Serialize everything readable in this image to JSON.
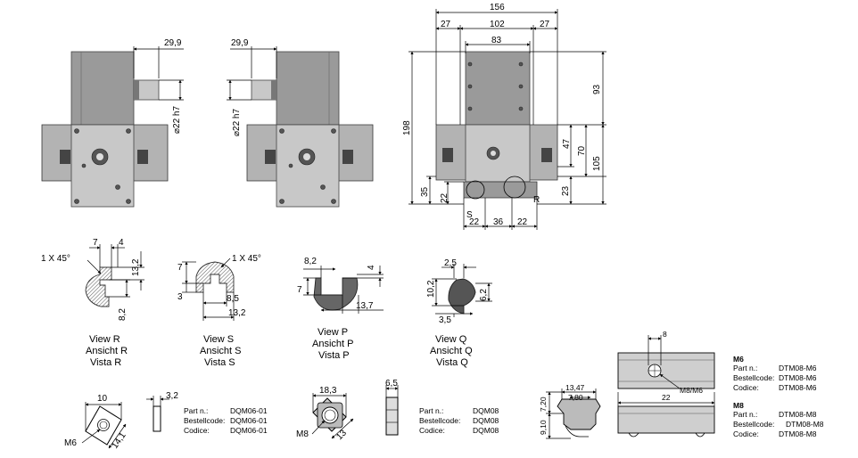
{
  "dims": {
    "shaft_offset_r": "29,9",
    "shaft_dia_r": "⌀22 h7",
    "shaft_offset_l": "29,9",
    "shaft_dia_l": "⌀22 h7",
    "overall_width": "156",
    "side_left": "27",
    "side_right": "27",
    "center_width": "102",
    "inner_width": "83",
    "total_height": "198",
    "upper_height": "93",
    "h47": "47",
    "h70": "70",
    "h105": "105",
    "h35": "35",
    "h22": "22",
    "h23": "23",
    "bottom_left": "22",
    "bottom_mid": "36",
    "bottom_right": "22",
    "marker_s": "S",
    "marker_r": "R"
  },
  "profile_views": {
    "r": {
      "chamfer": "1 X 45°",
      "d7": "7",
      "d4": "4",
      "d13": "13,2",
      "d8": "8,2",
      "caption": [
        "View R",
        "Ansicht R",
        "Vista R"
      ]
    },
    "s": {
      "chamfer": "1 X 45°",
      "d7": "7",
      "d3": "3",
      "d85": "8,5",
      "d132": "13,2",
      "caption": [
        "View S",
        "Ansicht S",
        "Vista S"
      ]
    },
    "p": {
      "d82": "8,2",
      "d4": "4",
      "d7": "7",
      "d137": "13,7",
      "caption": [
        "View P",
        "Ansicht P",
        "Vista P"
      ]
    },
    "q": {
      "d25": "2,5",
      "d102": "10,2",
      "d62": "6,2",
      "d35": "3,5",
      "caption": [
        "View Q",
        "Ansicht Q",
        "Vista Q"
      ]
    }
  },
  "parts": {
    "dqm0601": {
      "d10": "10",
      "d32": "3,2",
      "d141": "14,1",
      "thread": "M6",
      "part_label": "Part n.:",
      "part_value": "DQM06-01",
      "code_label": "Bestellcode:",
      "code_value": "DQM06-01",
      "codice_label": "Codice:",
      "codice_value": "DQM06-01"
    },
    "dqm08": {
      "d183": "18,3",
      "d65": "6,5",
      "d13": "13",
      "thread": "M8",
      "part_label": "Part n.:",
      "part_value": "DQM08",
      "code_label": "Bestellcode:",
      "code_value": "DQM08",
      "codice_label": "Codice:",
      "codice_value": "DQM08"
    },
    "dtm08": {
      "d1347": "13,47",
      "d780": "7,80",
      "d720": "7,20",
      "d910": "9,10",
      "d8": "8",
      "d22": "22",
      "thread": "M8/M6",
      "m6_title": "M6",
      "m6_part_label": "Part n.:",
      "m6_part_value": "DTM08-M6",
      "m6_code_label": "Bestellcode:",
      "m6_code_value": "DTM08-M6",
      "m6_codice_label": "Codice:",
      "m6_codice_value": "DTM08-M6",
      "m8_title": "M8",
      "m8_part_label": "Part n.:",
      "m8_part_value": "DTM08-M8",
      "m8_code_label": "Bestellcode:",
      "m8_code_value": "DTM08-M8",
      "m8_codice_label": "Codice:",
      "m8_codice_value": "DTM08-M8"
    }
  }
}
